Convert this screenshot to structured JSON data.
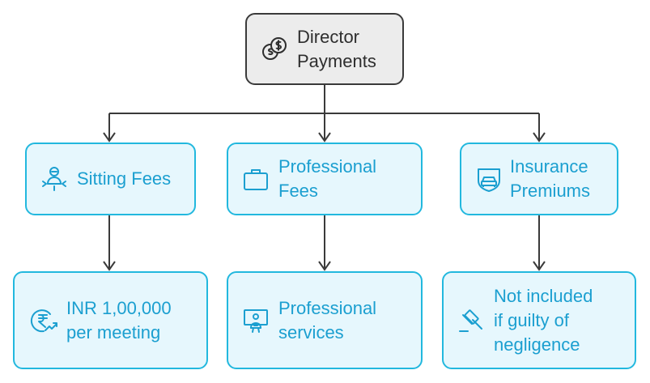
{
  "root": {
    "label_line1": "Director",
    "label_line2": "Payments",
    "icon": "coins-icon"
  },
  "categories": [
    {
      "id": "sitting",
      "label_line1": "Sitting Fees",
      "label_line2": "",
      "icon": "meeting-person-icon",
      "detail": {
        "label_line1": "INR 1,00,000",
        "label_line2": "per meeting",
        "label_line3": "",
        "icon": "rupee-growth-icon"
      }
    },
    {
      "id": "professional",
      "label_line1": "Professional",
      "label_line2": "Fees",
      "icon": "briefcase-icon",
      "detail": {
        "label_line1": "Professional",
        "label_line2": "services",
        "label_line3": "",
        "icon": "presenter-icon"
      }
    },
    {
      "id": "insurance",
      "label_line1": "Insurance",
      "label_line2": "Premiums",
      "icon": "car-insurance-icon",
      "detail": {
        "label_line1": "Not included",
        "label_line2": "if guilty of",
        "label_line3": "negligence",
        "icon": "gavel-icon"
      }
    }
  ],
  "colors": {
    "root_fill": "#ececec",
    "root_border": "#3a3a3a",
    "node_fill": "#e6f7fd",
    "node_border": "#22b8de",
    "node_text": "#1b9fd0",
    "line": "#3a3a3a"
  }
}
